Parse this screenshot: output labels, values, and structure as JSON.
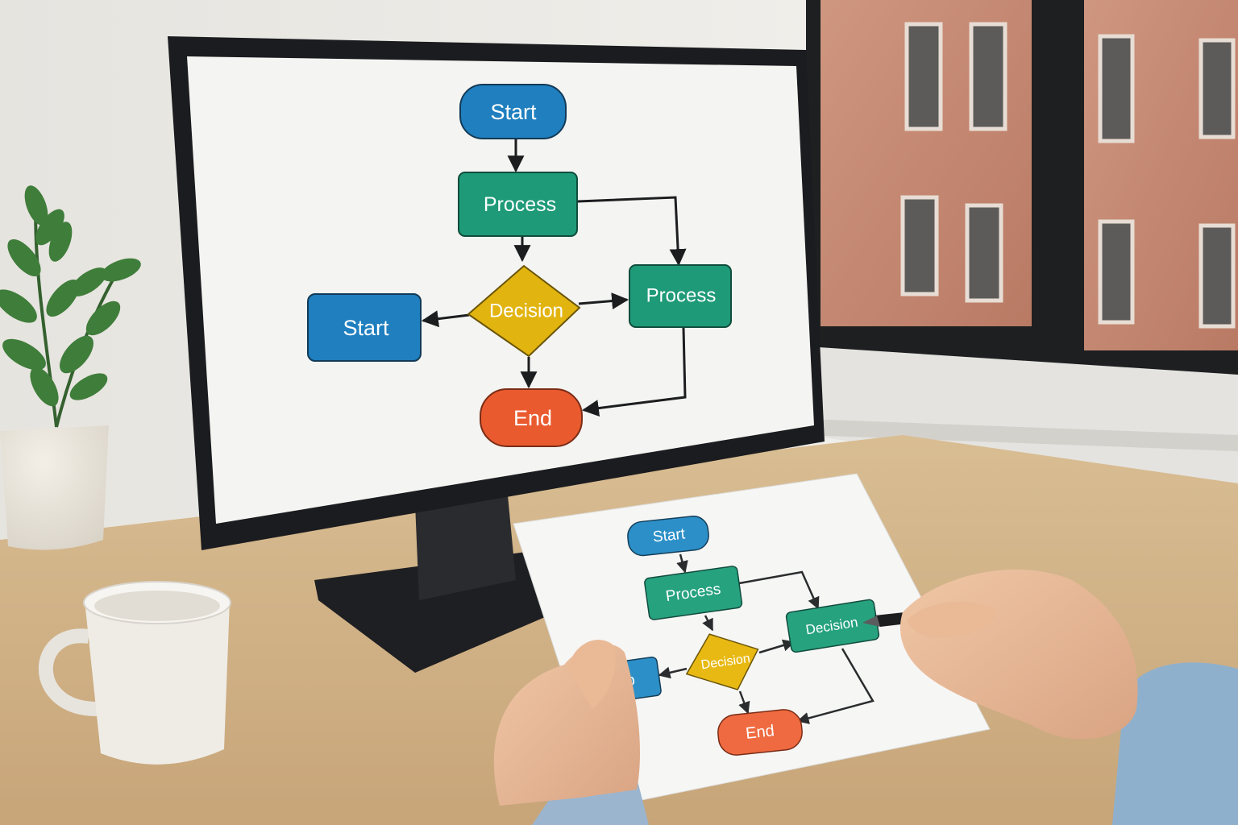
{
  "scene": {
    "colors": {
      "start": "#1f7fbf",
      "process": "#1e9a78",
      "decision": "#e2b410",
      "end": "#ea5a2f",
      "wall": "#ecebe7",
      "desk": "#d3b487",
      "brick": "#c98b73",
      "monitor_bezel": "#1c1d20",
      "screen": "#f3f3f1"
    }
  },
  "screen_flowchart": {
    "nodes": {
      "start_top": "Start",
      "process_top": "Process",
      "decision": "Decision",
      "process_right": "Process",
      "start_left": "Start",
      "end": "End"
    }
  },
  "paper_flowchart": {
    "nodes": {
      "start": "Start",
      "process": "Process",
      "decision_center": "Decision",
      "decision_right": "Decision",
      "no": "No",
      "end": "End"
    }
  }
}
